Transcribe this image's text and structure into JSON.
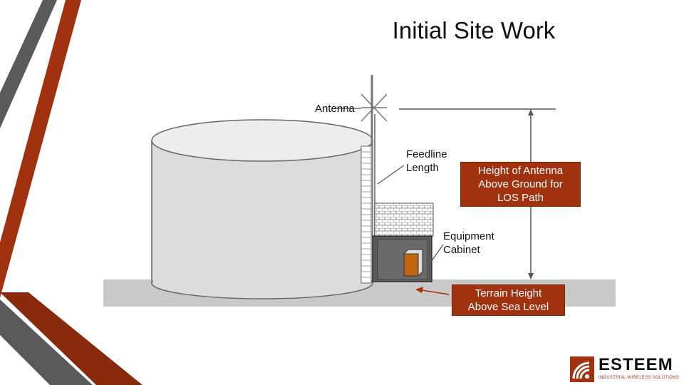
{
  "title": "Initial Site Work",
  "labels": {
    "antenna": "Antenna",
    "feedline_line1": "Feedline",
    "feedline_line2": "Length",
    "equipment_line1": "Equipment",
    "equipment_line2": "Cabinet"
  },
  "boxes": {
    "height_line1": "Height of Antenna",
    "height_line2": "Above Ground for",
    "height_line3": "LOS Path",
    "terrain_line1": "Terrain Height",
    "terrain_line2": "Above Sea Level"
  },
  "logo": {
    "name": "ESTEEM",
    "tagline": "INDUSTRIAL WIRELESS SOLUTIONS"
  },
  "colors": {
    "accent": "#A0320F",
    "stripe_gray": "#5a5a5a",
    "ground": "#c9c9c9",
    "tank": "#d9d9d9",
    "cabinet_box": "#c0650f"
  }
}
